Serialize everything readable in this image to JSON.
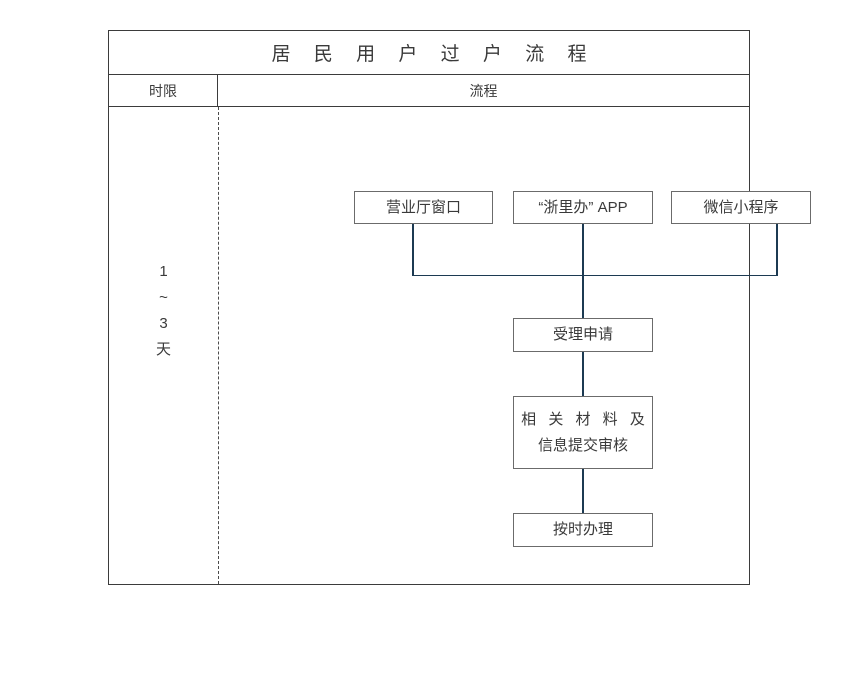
{
  "chart_data": {
    "type": "diagram",
    "title": "居 民 用 户 过 户 流 程",
    "columns": [
      "时限",
      "流程"
    ],
    "duration": [
      "1",
      "~",
      "3",
      "天"
    ],
    "nodes": [
      {
        "id": "hall",
        "label": "营业厅窗口",
        "level": 1
      },
      {
        "id": "app",
        "label": "“浙里办” APP",
        "level": 1
      },
      {
        "id": "wechat",
        "label": "微信小程序",
        "level": 1
      },
      {
        "id": "accept",
        "label": "受理申请",
        "level": 2
      },
      {
        "id": "materials",
        "label_line1": "相 关 材 料 及",
        "label_line2": "信息提交审核",
        "level": 3
      },
      {
        "id": "ontime",
        "label": "按时办理",
        "level": 4
      }
    ],
    "edges": [
      {
        "from": "hall",
        "to": "accept"
      },
      {
        "from": "app",
        "to": "accept"
      },
      {
        "from": "wechat",
        "to": "accept"
      },
      {
        "from": "accept",
        "to": "materials"
      },
      {
        "from": "materials",
        "to": "ontime"
      }
    ],
    "colors": {
      "connector": "#1c3a52",
      "box_border": "#6b6b6b",
      "table_border": "#3b3b3b",
      "text": "#3a3a3a",
      "background": "#ffffff"
    }
  },
  "table": {
    "title": "居 民 用 户 过 户 流 程",
    "header": {
      "time": "时限",
      "flow": "流程"
    },
    "time_column": {
      "from": "1",
      "tilde": "~",
      "to": "3",
      "unit": "天"
    }
  },
  "flow": {
    "hall": "营业厅窗口",
    "app": "“浙里办” APP",
    "wechat": "微信小程序",
    "accept": "受理申请",
    "materials_line1": "相 关 材 料 及",
    "materials_line2": "信息提交审核",
    "ontime": "按时办理"
  }
}
